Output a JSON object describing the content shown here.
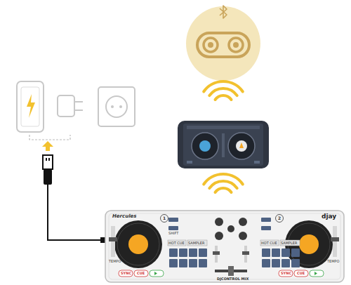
{
  "diagram": {
    "labels": [
      "Hercules",
      "djay",
      "1",
      "2",
      "SHIFT",
      "HOT CUE",
      "SAMPLER",
      "HOT CUE",
      "SAMPLER",
      "SYNC",
      "CUE",
      "SYNC",
      "CUE",
      "TEMPO",
      "TEMPO",
      "DJCONTROL MIX"
    ]
  }
}
